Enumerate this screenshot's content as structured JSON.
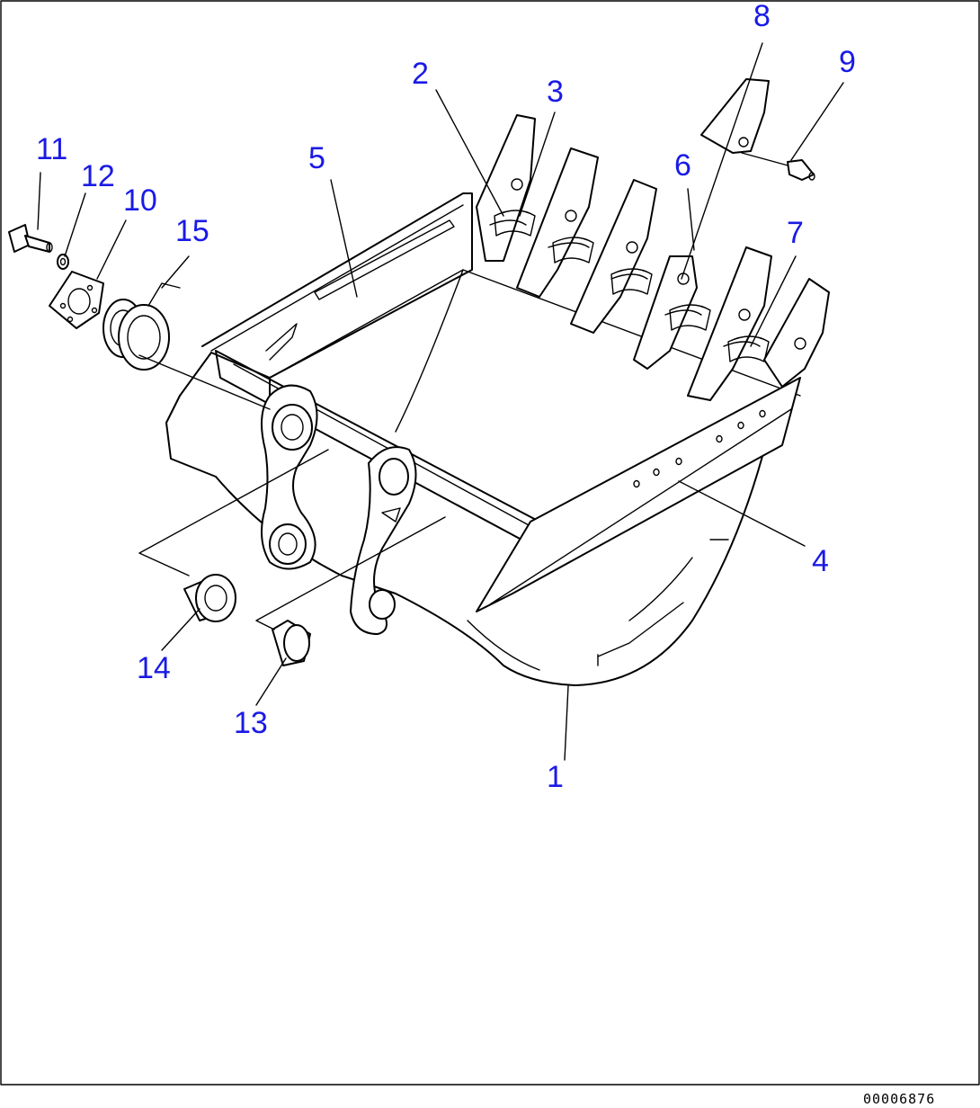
{
  "diagram": {
    "callouts": [
      "1",
      "2",
      "3",
      "4",
      "5",
      "6",
      "7",
      "8",
      "9",
      "10",
      "11",
      "12",
      "13",
      "14",
      "15"
    ],
    "drawing_code": "00006876",
    "colors": {
      "callout": "#1a1ae6",
      "line": "#000000",
      "background": "#ffffff"
    }
  }
}
